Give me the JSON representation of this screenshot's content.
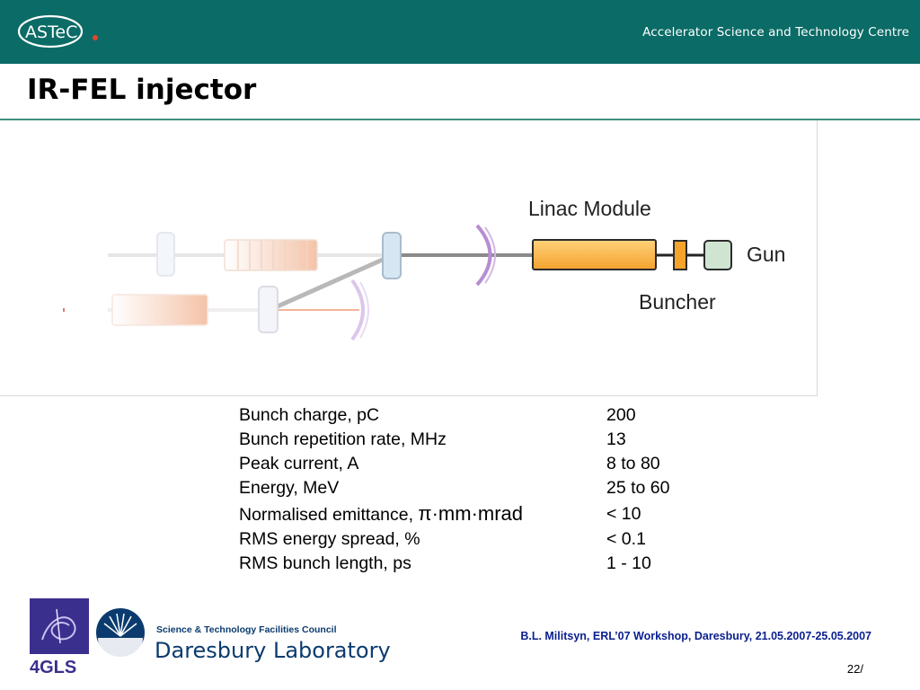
{
  "header": {
    "logo_text": "ASTeC",
    "tagline": "Accelerator Science and Technology Centre"
  },
  "slide": {
    "title": "IR-FEL injector"
  },
  "diagram": {
    "labels": {
      "linac_module": "Linac Module",
      "gun": "Gun",
      "buncher": "Buncher"
    }
  },
  "parameters": [
    {
      "name": "Bunch charge, pC",
      "value": "200"
    },
    {
      "name": "Bunch repetition rate, MHz",
      "value": "13"
    },
    {
      "name": "Peak current, A",
      "value": "8 to 80"
    },
    {
      "name": "Energy, MeV",
      "value": "25 to 60"
    },
    {
      "name": "Normalised emittance, ",
      "unit": "π·mm·mrad",
      "value": "< 10"
    },
    {
      "name": "RMS energy spread, %",
      "value": "< 0.1"
    },
    {
      "name": "RMS bunch length, ps",
      "value": "1 - 10"
    }
  ],
  "footer": {
    "logo_4gls": "4GLS",
    "stfc_line": "Science & Technology Facilities Council",
    "lab_name": "Daresbury Laboratory",
    "credit": "B.L. Militsyn, ERL’07 Workshop, Daresbury, 21.05.2007-25.05.2007",
    "page_number": "22/"
  }
}
